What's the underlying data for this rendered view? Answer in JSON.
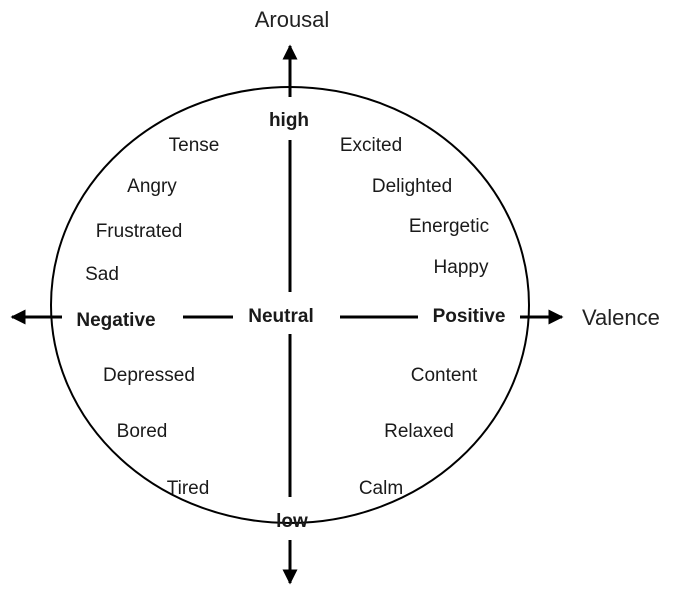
{
  "axes": {
    "vertical_title": "Arousal",
    "horizontal_title": "Valence",
    "top": "high",
    "bottom": "low",
    "left": "Negative",
    "right": "Positive",
    "center": "Neutral"
  },
  "emotions": {
    "tense": "Tense",
    "angry": "Angry",
    "frustrated": "Frustrated",
    "sad": "Sad",
    "excited": "Excited",
    "delighted": "Delighted",
    "energetic": "Energetic",
    "happy": "Happy",
    "depressed": "Depressed",
    "bored": "Bored",
    "tired": "Tired",
    "content": "Content",
    "relaxed": "Relaxed",
    "calm": "Calm"
  },
  "colors": {
    "line": "#000000",
    "text": "#1a1a1a"
  }
}
